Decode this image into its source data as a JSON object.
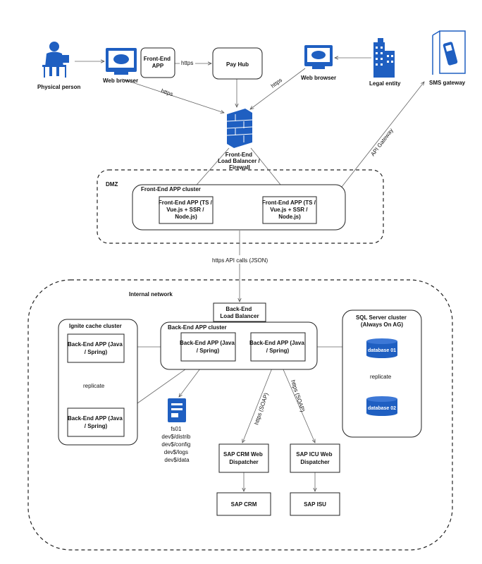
{
  "nodes": {
    "physical_person": "Physical person",
    "web_browser_left": "Web browser",
    "front_end_app_top": [
      "Front-End",
      "APP"
    ],
    "pay_hub": "Pay Hub",
    "web_browser_right": "Web browser",
    "legal_entity": "Legal entity",
    "sms_gateway": "SMS gateway",
    "firewall": [
      "Front-End",
      "Load Balancer /",
      "Firewall"
    ],
    "dmz": "DMZ",
    "fe_cluster": "Front-End APP cluster",
    "fe_app_1": [
      "Front-End APP (TS /",
      "Vue.js + SSR /",
      "Node.js)"
    ],
    "fe_app_2": [
      "Front-End APP (TS /",
      "Vue.js + SSR /",
      "Node.js)"
    ],
    "internal_network": "Internal network",
    "be_lb": [
      "Back-End",
      "Load Balancer"
    ],
    "ignite_cluster": "Ignite cache cluster",
    "be_cluster": "Back-End APP cluster",
    "sql_cluster": [
      "SQL Server cluster",
      "(Always On AG)"
    ],
    "ignite_app_1": [
      "Back-End APP (Java",
      "/ Spring)"
    ],
    "ignite_app_2": [
      "Back-End APP (Java",
      "/ Spring)"
    ],
    "be_app_1": [
      "Back-End APP (Java",
      "/ Spring)"
    ],
    "be_app_2": [
      "Back-End APP (Java",
      "/ Spring)"
    ],
    "replicate_left": "replicate",
    "replicate_right": "replicate",
    "database_01": "database 01",
    "database_02": "database 02",
    "fs01": [
      "fs01",
      "dev$/distrib",
      "dev$/config",
      "dev$/logs",
      "dev$/data"
    ],
    "sap_crm_dispatcher": [
      "SAP CRM Web",
      "Dispatcher"
    ],
    "sap_icu_dispatcher": [
      "SAP ICU Web",
      "Dispatcher"
    ],
    "sap_crm": "SAP CRM",
    "sap_isu": "SAP ISU"
  },
  "edges": {
    "https_1": "https",
    "https_2": "https",
    "https_3": "https",
    "api_gateway": "API Gateway",
    "api_calls": "https API calls (JSON)",
    "soap_1": "https (SOAP)",
    "soap_2": "https (SOAP)"
  },
  "colors": {
    "icon_blue": "#1f5fc1",
    "line": "#666666",
    "border": "#222222"
  },
  "icons": [
    "person-at-computer-icon",
    "monitor-icon",
    "firewall-icon",
    "building-icon",
    "mobile-phone-icon",
    "server-icon",
    "database-icon"
  ]
}
